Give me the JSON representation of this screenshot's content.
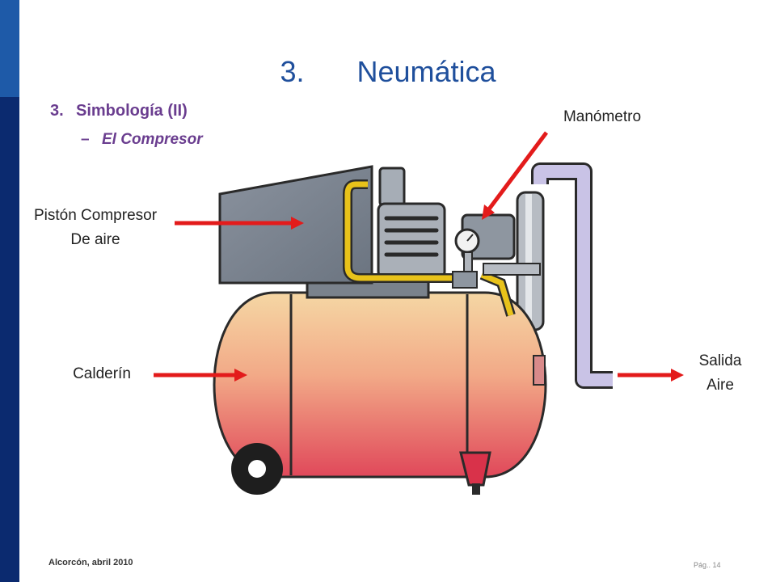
{
  "slide": {
    "title_number": "3.",
    "title_text": "Neumática",
    "bullet1_number": "3.",
    "bullet1_text": "Simbología (II)",
    "bullet2_dash": "–",
    "bullet2_text": "El Compresor"
  },
  "labels": {
    "manometro": "Manómetro",
    "piston_line1": "Pistón Compresor",
    "piston_line2": "De aire",
    "calderin": "Calderín",
    "salida_line1": "Salida",
    "salida_line2": "Aire"
  },
  "footer": {
    "left": "Alcorcón, abril 2010",
    "page": "Pág.. 14"
  },
  "colors": {
    "title": "#1f4f9c",
    "bullet": "#6a3d8f",
    "arrow": "#e31b1b",
    "sidebar": "#0b2a6f",
    "sidebar_accent": "#1e5aa8"
  }
}
